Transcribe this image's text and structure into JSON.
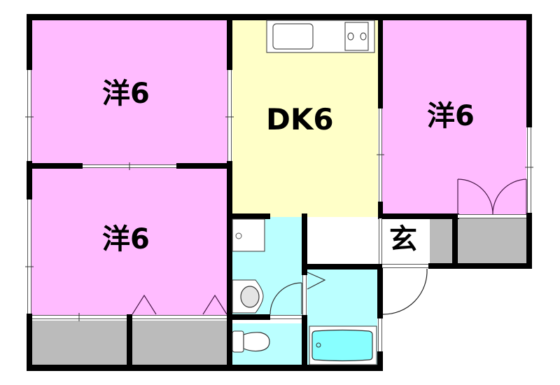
{
  "floor_plan": {
    "colors": {
      "western_room": "#ffbbff",
      "dining_kitchen": "#ffffc8",
      "wet_area": "#bbffff",
      "storage": "#bbbbbb",
      "bathtub": "#88ffff",
      "wall": "#000000"
    },
    "rooms": [
      {
        "id": "western-room-top-left",
        "label": "洋6",
        "type": "western-room",
        "size_jo": 6
      },
      {
        "id": "western-room-bottom-left",
        "label": "洋6",
        "type": "western-room",
        "size_jo": 6
      },
      {
        "id": "dining-kitchen",
        "label": "DK6",
        "type": "dining-kitchen",
        "size_jo": 6
      },
      {
        "id": "western-room-right",
        "label": "洋6",
        "type": "western-room",
        "size_jo": 6
      },
      {
        "id": "entrance",
        "label": "玄",
        "type": "entrance"
      },
      {
        "id": "washroom",
        "label": "",
        "type": "washroom"
      },
      {
        "id": "toilet",
        "label": "",
        "type": "toilet"
      },
      {
        "id": "bathroom",
        "label": "",
        "type": "bathroom"
      },
      {
        "id": "hallway",
        "label": "",
        "type": "hallway"
      }
    ],
    "fixtures": [
      "kitchen-sink",
      "gas-stove",
      "washing-machine-pan",
      "wash-basin",
      "toilet-bowl",
      "bathtub"
    ],
    "storage_closets": 4
  }
}
